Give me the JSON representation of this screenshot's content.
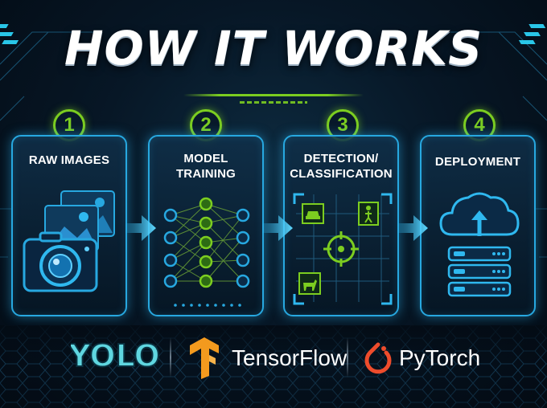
{
  "title": "HOW IT WORKS",
  "steps": [
    {
      "number": "1",
      "title": "RAW IMAGES"
    },
    {
      "number": "2",
      "title_line1": "MODEL",
      "title_line2": "TRAINING"
    },
    {
      "number": "3",
      "title_line1": "DETECTION/",
      "title_line2": "CLASSIFICATION"
    },
    {
      "number": "4",
      "title": "DEPLOYMENT"
    }
  ],
  "logos": {
    "yolo": "YOLO",
    "tensorflow": "TensorFlow",
    "pytorch": "PyTorch"
  },
  "colors": {
    "accent_green": "#7ccd20",
    "accent_blue": "#27a8e0",
    "tensorflow_orange": "#f39a1e",
    "pytorch_red": "#ee4c2c",
    "yolo_cyan": "#5fd6e0"
  }
}
